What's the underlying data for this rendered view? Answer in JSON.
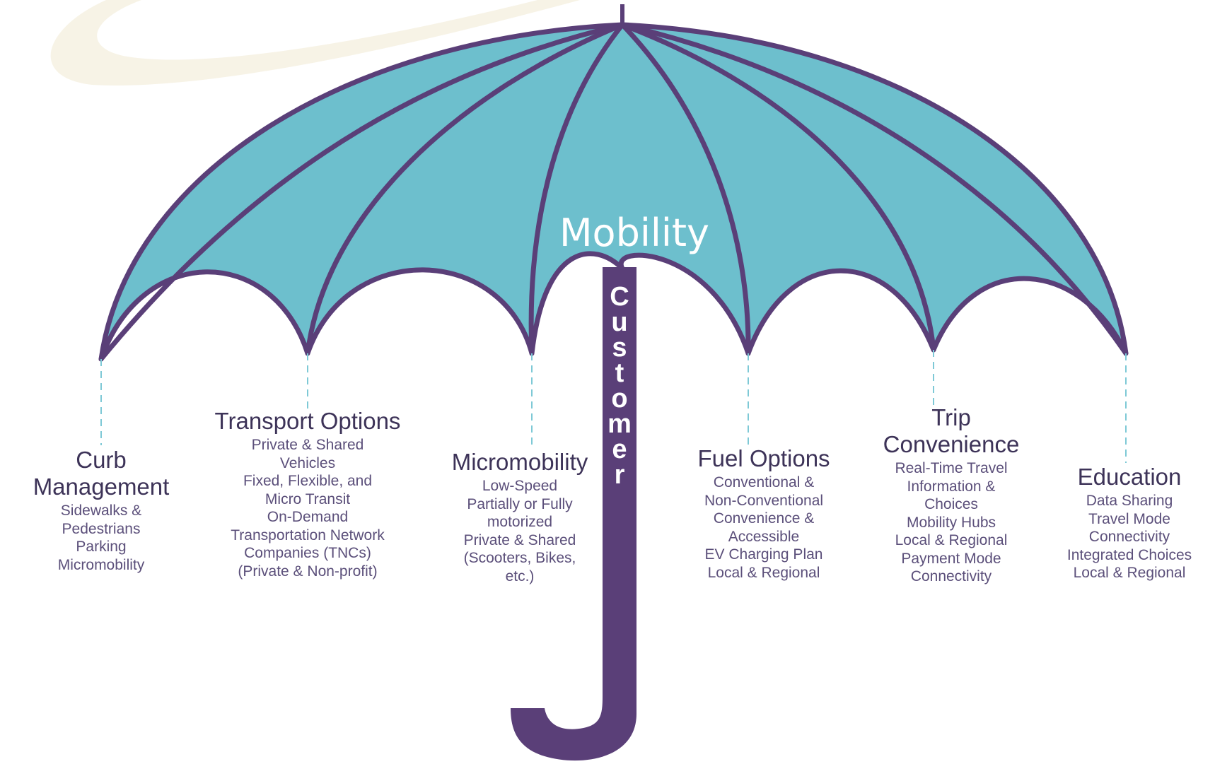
{
  "diagram": {
    "title": "Mobility",
    "handle_label": "Customer",
    "colors": {
      "canopy": "#6dbfcd",
      "frame": "#5a3f78",
      "handle": "#5a3f78",
      "connector": "#7ec9d6",
      "heading_text": "#3d3358",
      "item_text": "#5b4f7a",
      "watermark": "#f7f3e6"
    },
    "categories": [
      {
        "heading_lines": [
          "Curb",
          "Management"
        ],
        "items": [
          "Sidewalks &",
          "Pedestrians",
          "Parking",
          "Micromobility"
        ]
      },
      {
        "heading_lines": [
          "Transport Options"
        ],
        "items": [
          "Private & Shared",
          "Vehicles",
          "Fixed, Flexible, and",
          "Micro Transit",
          "On-Demand",
          "Transportation Network",
          "Companies (TNCs)",
          "(Private & Non-profit)"
        ]
      },
      {
        "heading_lines": [
          "Micromobility"
        ],
        "items": [
          "Low-Speed",
          "Partially or Fully",
          "motorized",
          "Private & Shared",
          "(Scooters, Bikes,",
          "etc.)"
        ]
      },
      {
        "heading_lines": [
          "Fuel Options"
        ],
        "items": [
          "Conventional &",
          "Non-Conventional",
          "Convenience &",
          "Accessible",
          "EV Charging Plan",
          "Local & Regional"
        ]
      },
      {
        "heading_lines": [
          "Trip",
          "Convenience"
        ],
        "items": [
          "Real-Time Travel",
          "Information &",
          "Choices",
          "Mobility Hubs",
          "Local & Regional",
          "Payment Mode",
          "Connectivity"
        ]
      },
      {
        "heading_lines": [
          "Education"
        ],
        "items": [
          "Data Sharing",
          "Travel Mode",
          "Connectivity",
          "Integrated Choices",
          "Local & Regional"
        ]
      }
    ]
  }
}
